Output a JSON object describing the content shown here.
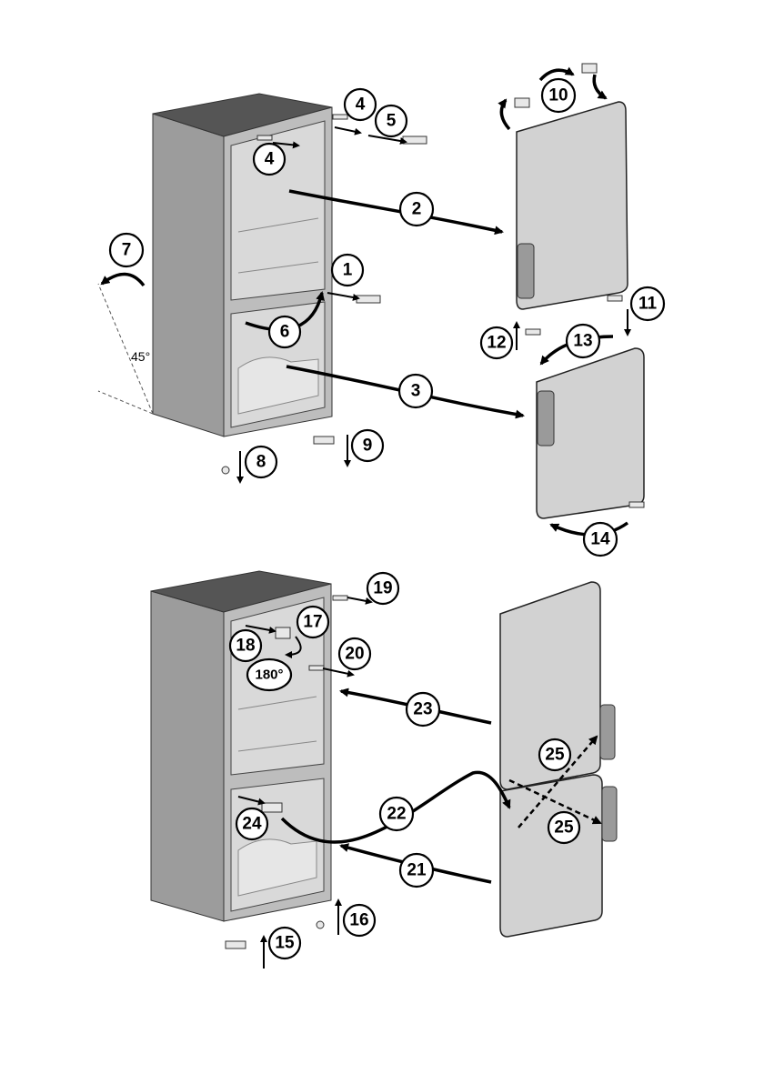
{
  "colors": {
    "cabinet_side": "#9c9c9c",
    "cabinet_front": "#bdbdbd",
    "cabinet_top": "#555555",
    "interior": "#d9d9d9",
    "door": "#d2d2d2",
    "line": "#000000"
  },
  "labels": {
    "angle": "45°",
    "rotation": "180°"
  },
  "steps": {
    "s1": "1",
    "s2": "2",
    "s3": "3",
    "s4a": "4",
    "s4b": "4",
    "s5": "5",
    "s6": "6",
    "s7": "7",
    "s8": "8",
    "s9": "9",
    "s10": "10",
    "s11": "11",
    "s12": "12",
    "s13": "13",
    "s14": "14",
    "s15": "15",
    "s16": "16",
    "s17": "17",
    "s18": "18",
    "s19": "19",
    "s20": "20",
    "s21": "21",
    "s22": "22",
    "s23": "23",
    "s24": "24",
    "s25a": "25",
    "s25b": "25"
  }
}
